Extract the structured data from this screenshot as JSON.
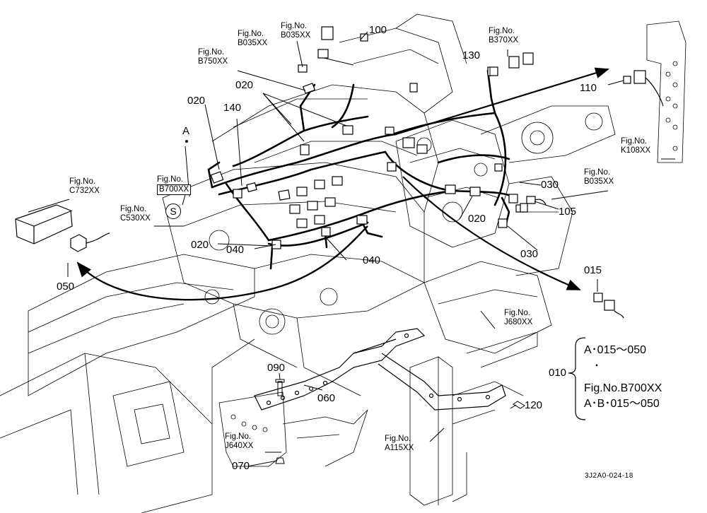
{
  "diagram": {
    "part_labels": {
      "p100": "100",
      "p130": "130",
      "p110": "110",
      "p020a": "020",
      "p140": "140",
      "p020b": "020",
      "p030a": "030",
      "p105": "105",
      "p020c": "020",
      "p030b": "030",
      "p015": "015",
      "p050": "050",
      "p020d": "020",
      "p040a": "040",
      "p040b": "040",
      "p090": "090",
      "p060": "060",
      "p070": "070",
      "p120": "120",
      "p010": "010",
      "pA": "A"
    },
    "fig_refs": {
      "b035_a": {
        "prefix": "Fig.No.",
        "code": "B035XX"
      },
      "b035_b": {
        "prefix": "Fig.No.",
        "code": "B035XX"
      },
      "b750": {
        "prefix": "Fig.No.",
        "code": "B750XX"
      },
      "b370": {
        "prefix": "Fig.No.",
        "code": "B370XX"
      },
      "k108": {
        "prefix": "Fig.No.",
        "code": "K108XX"
      },
      "c732": {
        "prefix": "Fig.No.",
        "code": "C732XX"
      },
      "b700": {
        "prefix": "Fig.No.",
        "code": "B700XX"
      },
      "c530": {
        "prefix": "Fig.No.",
        "code": "C530XX"
      },
      "b035_c": {
        "prefix": "Fig.No.",
        "code": "B035XX"
      },
      "j680": {
        "prefix": "Fig.No.",
        "code": "J680XX"
      },
      "j640": {
        "prefix": "Fig.No.",
        "code": "J640XX"
      },
      "a115": {
        "prefix": "Fig.No.",
        "code": "A115XX"
      }
    },
    "s_badge": "S",
    "legend": {
      "line1": "A･015～050",
      "line2": "･",
      "line3": "Fig.No.B700XX",
      "line4": "A･B･015～050"
    },
    "drawing_code": "3J2A0-024-18"
  }
}
